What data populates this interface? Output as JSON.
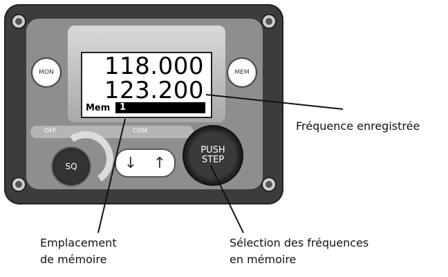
{
  "display": {
    "freq_active": "118.000",
    "freq_standby": "123.200",
    "mem_label": "Mem",
    "mem_slot": "1"
  },
  "buttons": {
    "mon": "MON",
    "mem": "MEM",
    "sq": "SQ",
    "push_line1": "PUSH",
    "push_line2": "STEP",
    "arrow_down": "↓",
    "arrow_up": "↑"
  },
  "mode_labels": {
    "off": "OFF",
    "com": "COM"
  },
  "annotations": {
    "freq_saved": "Fréquence enregistrée",
    "mem_slot_line1": "Emplacement",
    "mem_slot_line2": "de mémoire",
    "freq_select_line1": "Sélection des fréquences",
    "freq_select_line2": "en mémoire"
  },
  "colors": {
    "bezel": "#3c3c3c",
    "face": "#8e8e8e",
    "lcd_background": "#ffffff"
  }
}
